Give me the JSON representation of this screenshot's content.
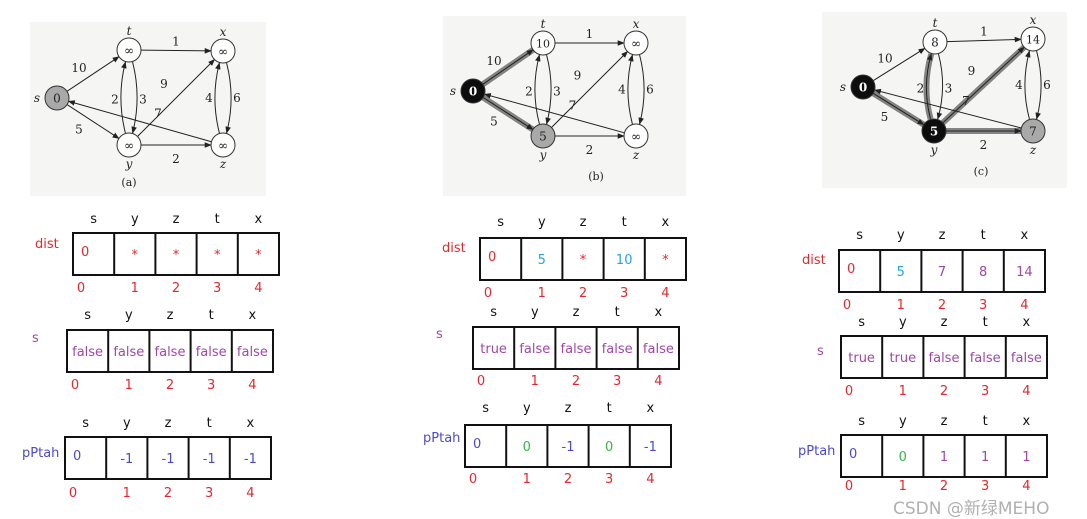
{
  "colors": {
    "red": "#e8262a",
    "purple": "#a046a8",
    "lightblue": "#25a3e6",
    "green": "#38b448",
    "blue": "#4a4ad0",
    "black": "#111111",
    "node_gray": "#a9a9a9",
    "node_black": "#0d0d0d",
    "highlight": "#6e6e6e"
  },
  "graph_edges": [
    {
      "from": "s",
      "to": "t",
      "w": "10"
    },
    {
      "from": "s",
      "to": "y",
      "w": "5"
    },
    {
      "from": "t",
      "to": "x",
      "w": "1"
    },
    {
      "from": "t",
      "to": "y",
      "w": "2"
    },
    {
      "from": "y",
      "to": "t",
      "w": "3"
    },
    {
      "from": "y",
      "to": "x",
      "w": "9"
    },
    {
      "from": "y",
      "to": "z",
      "w": "2"
    },
    {
      "from": "x",
      "to": "z",
      "w": "4"
    },
    {
      "from": "z",
      "to": "x",
      "w": "6"
    },
    {
      "from": "z",
      "to": "s",
      "w": "7"
    }
  ],
  "panels": [
    {
      "caption": "(a)",
      "nodes": {
        "s": {
          "name": "s",
          "value": "0",
          "state": "gray"
        },
        "t": {
          "name": "t",
          "value": "∞",
          "state": "white"
        },
        "x": {
          "name": "x",
          "value": "∞",
          "state": "white"
        },
        "y": {
          "name": "y",
          "value": "∞",
          "state": "white"
        },
        "z": {
          "name": "z",
          "value": "∞",
          "state": "white"
        }
      },
      "highlight": [],
      "arrays": [
        {
          "label": "dist",
          "label_color": "red",
          "headers": [
            "s",
            "y",
            "z",
            "t",
            "x"
          ],
          "values": [
            {
              "v": "0",
              "c": "red"
            },
            {
              "v": "*",
              "c": "red"
            },
            {
              "v": "*",
              "c": "red"
            },
            {
              "v": "*",
              "c": "red"
            },
            {
              "v": "*",
              "c": "red"
            }
          ],
          "indices": [
            "0",
            "1",
            "2",
            "3",
            "4"
          ]
        },
        {
          "label": "s",
          "label_color": "purple",
          "headers": [
            "s",
            "y",
            "z",
            "t",
            "x"
          ],
          "values": [
            {
              "v": "false",
              "c": "purple"
            },
            {
              "v": "false",
              "c": "purple"
            },
            {
              "v": "false",
              "c": "purple"
            },
            {
              "v": "false",
              "c": "purple"
            },
            {
              "v": "false",
              "c": "purple"
            }
          ],
          "indices": [
            "0",
            "1",
            "2",
            "3",
            "4"
          ]
        },
        {
          "label": "pPtah",
          "label_color": "blue",
          "headers": [
            "s",
            "y",
            "z",
            "t",
            "x"
          ],
          "values": [
            {
              "v": "0",
              "c": "blue"
            },
            {
              "v": "-1",
              "c": "blue"
            },
            {
              "v": "-1",
              "c": "blue"
            },
            {
              "v": "-1",
              "c": "blue"
            },
            {
              "v": "-1",
              "c": "blue"
            }
          ],
          "indices": [
            "0",
            "1",
            "2",
            "3",
            "4"
          ]
        }
      ]
    },
    {
      "caption": "(b)",
      "nodes": {
        "s": {
          "name": "s",
          "value": "0",
          "state": "black"
        },
        "t": {
          "name": "t",
          "value": "10",
          "state": "white"
        },
        "x": {
          "name": "x",
          "value": "∞",
          "state": "white"
        },
        "y": {
          "name": "y",
          "value": "5",
          "state": "gray"
        },
        "z": {
          "name": "z",
          "value": "∞",
          "state": "white"
        }
      },
      "highlight": [
        "s-t",
        "s-y"
      ],
      "arrays": [
        {
          "label": "dist",
          "label_color": "red",
          "headers": [
            "s",
            "y",
            "z",
            "t",
            "x"
          ],
          "values": [
            {
              "v": "0",
              "c": "red"
            },
            {
              "v": "5",
              "c": "lightblue"
            },
            {
              "v": "*",
              "c": "red"
            },
            {
              "v": "10",
              "c": "lightblue"
            },
            {
              "v": "*",
              "c": "red"
            }
          ],
          "indices": [
            "0",
            "1",
            "2",
            "3",
            "4"
          ]
        },
        {
          "label": "s",
          "label_color": "purple",
          "headers": [
            "s",
            "y",
            "z",
            "t",
            "x"
          ],
          "values": [
            {
              "v": "true",
              "c": "purple"
            },
            {
              "v": "false",
              "c": "purple"
            },
            {
              "v": "false",
              "c": "purple"
            },
            {
              "v": "false",
              "c": "purple"
            },
            {
              "v": "false",
              "c": "purple"
            }
          ],
          "indices": [
            "0",
            "1",
            "2",
            "3",
            "4"
          ]
        },
        {
          "label": "pPtah",
          "label_color": "blue",
          "headers": [
            "s",
            "y",
            "z",
            "t",
            "x"
          ],
          "values": [
            {
              "v": "0",
              "c": "blue"
            },
            {
              "v": "0",
              "c": "green"
            },
            {
              "v": "-1",
              "c": "blue"
            },
            {
              "v": "0",
              "c": "green"
            },
            {
              "v": "-1",
              "c": "blue"
            }
          ],
          "indices": [
            "0",
            "1",
            "2",
            "3",
            "4"
          ]
        }
      ]
    },
    {
      "caption": "(c)",
      "nodes": {
        "s": {
          "name": "s",
          "value": "0",
          "state": "black"
        },
        "t": {
          "name": "t",
          "value": "8",
          "state": "white"
        },
        "x": {
          "name": "x",
          "value": "14",
          "state": "white"
        },
        "y": {
          "name": "y",
          "value": "5",
          "state": "black"
        },
        "z": {
          "name": "z",
          "value": "7",
          "state": "gray"
        }
      },
      "highlight": [
        "s-y",
        "y-t",
        "y-x",
        "y-z"
      ],
      "arrays": [
        {
          "label": "dist",
          "label_color": "red",
          "headers": [
            "s",
            "y",
            "z",
            "t",
            "x"
          ],
          "values": [
            {
              "v": "0",
              "c": "red"
            },
            {
              "v": "5",
              "c": "lightblue"
            },
            {
              "v": "7",
              "c": "purple"
            },
            {
              "v": "8",
              "c": "purple"
            },
            {
              "v": "14",
              "c": "purple"
            }
          ],
          "indices": [
            "0",
            "1",
            "2",
            "3",
            "4"
          ]
        },
        {
          "label": "s",
          "label_color": "purple",
          "headers": [
            "s",
            "y",
            "z",
            "t",
            "x"
          ],
          "values": [
            {
              "v": "true",
              "c": "purple"
            },
            {
              "v": "true",
              "c": "purple"
            },
            {
              "v": "false",
              "c": "purple"
            },
            {
              "v": "false",
              "c": "purple"
            },
            {
              "v": "false",
              "c": "purple"
            }
          ],
          "indices": [
            "0",
            "1",
            "2",
            "3",
            "4"
          ]
        },
        {
          "label": "pPtah",
          "label_color": "blue",
          "headers": [
            "s",
            "y",
            "z",
            "t",
            "x"
          ],
          "values": [
            {
              "v": "0",
              "c": "blue"
            },
            {
              "v": "0",
              "c": "green"
            },
            {
              "v": "1",
              "c": "purple"
            },
            {
              "v": "1",
              "c": "purple"
            },
            {
              "v": "1",
              "c": "purple"
            }
          ],
          "indices": [
            "0",
            "1",
            "2",
            "3",
            "4"
          ]
        }
      ]
    }
  ],
  "watermark": "CSDN @新绿MEHO"
}
